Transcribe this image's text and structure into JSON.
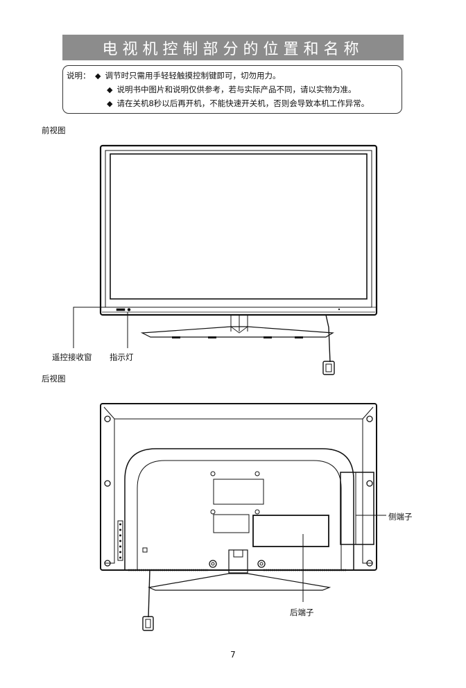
{
  "header": {
    "title": "电视机控制部分的位置和名称"
  },
  "notes": {
    "prefix": "说明：",
    "bullet": "◆",
    "items": [
      "调节时只需用手轻轻触摸控制键即可，切勿用力。",
      "说明书中图片和说明仅供参考，若与实际产品不同，请以实物为准。",
      "请在关机8秒以后再开机，不能快速开关机，否则会导致本机工作异常。"
    ]
  },
  "front_view": {
    "title": "前视图",
    "labels": {
      "remote_window": "遥控接收窗",
      "indicator": "指示灯"
    }
  },
  "rear_view": {
    "title": "后视图",
    "labels": {
      "side_terminal": "侧端子",
      "rear_terminal": "后端子"
    }
  },
  "page_number": "7"
}
